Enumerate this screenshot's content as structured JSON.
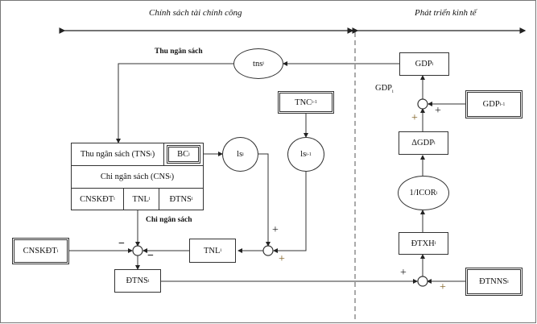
{
  "headers": {
    "left": "Chính sách tài chính công",
    "right": "Phát triển kinh tế"
  },
  "labels": {
    "thu_ngan_sach": "Thu ngân sách",
    "chi_ngan_sach": "Chi ngân sách",
    "gdp_side": {
      "main": "GDP",
      "sub": "i"
    }
  },
  "nodes": {
    "tns": {
      "main": "tns",
      "sub": "i"
    },
    "tnc": {
      "main": "TNC",
      "sub": "i-1"
    },
    "ls": {
      "main": "ls",
      "sub": "i"
    },
    "ls_bar": {
      "main": "ls",
      "sub": "i-1"
    },
    "thu_tns": {
      "main": "Thu ngân sách (TNS",
      "sub": "i",
      "tail": ")"
    },
    "bc": {
      "main": "BC",
      "sub": "i"
    },
    "chi_cns": {
      "main": "Chi ngân sách (CNS",
      "sub": "i",
      "tail": ")"
    },
    "cnskdt_cell": {
      "main": "CNSKĐT",
      "sub": "i"
    },
    "tnl_cell": {
      "main": "TNL",
      "sub": "i"
    },
    "dtns_cell": {
      "main": "ĐTNS",
      "sub": "i"
    },
    "cnskdt_box": {
      "main": "CNSKĐT",
      "sub": "i"
    },
    "tnl_box": {
      "main": "TNL",
      "sub": "i"
    },
    "dtns_box": {
      "main": "ĐTNS",
      "sub": "i"
    },
    "gdp": {
      "main": "GDP",
      "sub": "i"
    },
    "gdp_prev": {
      "main": "GDP",
      "sub": "i-1"
    },
    "dgdp": {
      "main": "ΔGDP",
      "sub": "i"
    },
    "icor": {
      "main": "1/ICOR",
      "sub": "i"
    },
    "dtxh": {
      "main": "ĐTXH",
      "sub": "i"
    },
    "dtnns": {
      "main": "ĐTNNS",
      "sub": "i"
    }
  },
  "signs": {
    "plus": "+",
    "minus": "−"
  }
}
